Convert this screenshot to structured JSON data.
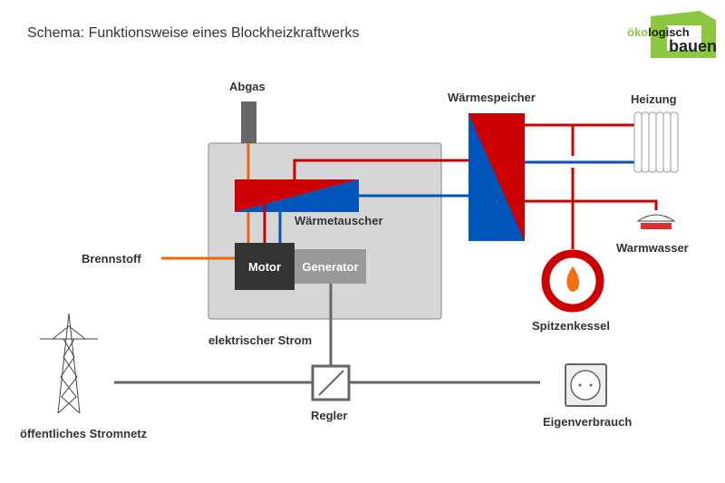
{
  "title": "Schema: Funktionsweise eines Blockheizkraftwerks",
  "logo": {
    "line1_green": "öko",
    "line1_dark": "logisch",
    "line2": "bauen",
    "color": "#8dc63f"
  },
  "labels": {
    "abgas": "Abgas",
    "waermespeicher": "Wärmespeicher",
    "heizung": "Heizung",
    "waermetauscher": "Wärmetauscher",
    "brennstoff": "Brennstoff",
    "motor": "Motor",
    "generator": "Generator",
    "warmwasser": "Warmwasser",
    "spitzenkessel": "Spitzenkessel",
    "elektrischer_strom": "elektrischer Strom",
    "regler": "Regler",
    "oeffentliches_stromnetz": "öffentliches Stromnetz",
    "eigenverbrauch": "Eigenverbrauch"
  },
  "colors": {
    "hot": "#cc0000",
    "cold": "#0055bb",
    "fuel": "#ee6611",
    "grey": "#666666"
  }
}
